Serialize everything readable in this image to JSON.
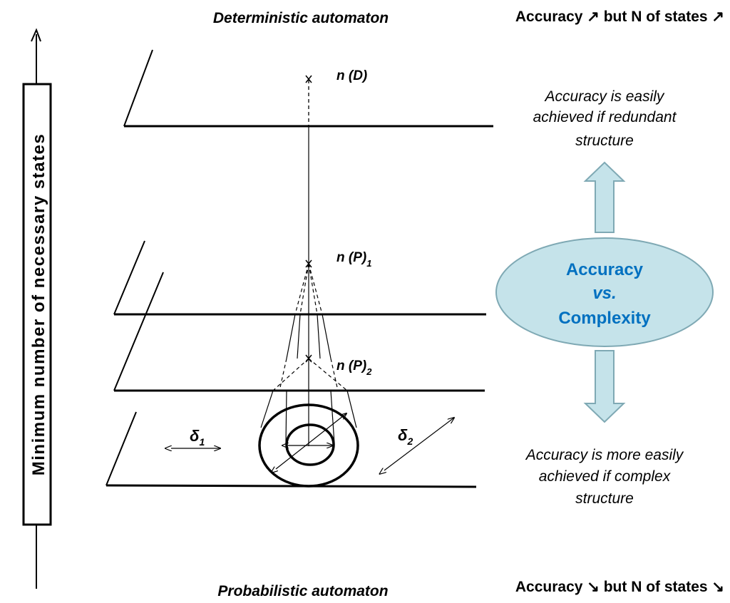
{
  "axis": {
    "label": "Minimum number of necessary states"
  },
  "levels": {
    "top_title": "Deterministic  automaton",
    "bottom_title": "Probabilistic  automaton",
    "n_D": "n (D)",
    "n_P1_main": "n (P)",
    "n_P1_sub": "1",
    "n_P2_main": "n (P)",
    "n_P2_sub": "2"
  },
  "deltas": {
    "d1_main": "δ",
    "d1_sub": "1",
    "d2_main": "δ",
    "d2_sub": "2"
  },
  "right": {
    "header_top": "Accuracy ↗ but N of states ↗",
    "header_bottom": "Accuracy ↘ but N of states ↘",
    "note_top_1": "Accuracy is easily",
    "note_top_2": "achieved if redundant",
    "note_top_3": "structure",
    "note_bottom_1": "Accuracy is more easily",
    "note_bottom_2": "achieved if complex",
    "note_bottom_3": "structure",
    "ellipse_1": "Accuracy",
    "ellipse_2": "vs.",
    "ellipse_3": "Complexity"
  },
  "colors": {
    "ellipse_fill": "#c5e3ea",
    "ellipse_stroke": "#7fa9b4",
    "ellipse_text": "#0070c0",
    "arrow_fill": "#c5e3ea",
    "arrow_stroke": "#7fa9b4",
    "ink": "#000000"
  }
}
